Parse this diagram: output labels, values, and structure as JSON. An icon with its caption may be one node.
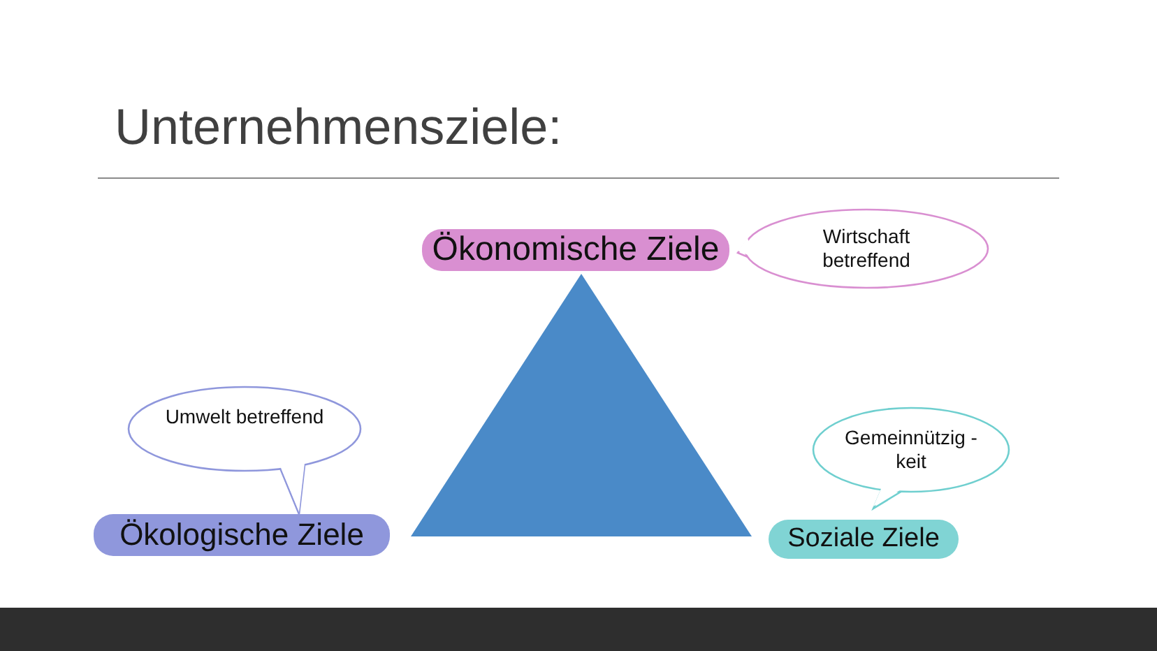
{
  "diagram": {
    "title": "Unternehmensziele:",
    "nodes": [
      {
        "text": [
          "Ökonomische Ziele"
        ]
      },
      {
        "text": [
          "Wirtschaft betreffend"
        ]
      },
      {
        "text": [],
        "shape": "triangle"
      },
      {
        "text": [
          "Umwelt betreffend"
        ]
      },
      {
        "text": [
          "Gemeinnützig -keit"
        ]
      },
      {
        "text": [
          "Ökologische Ziele"
        ]
      },
      {
        "text": [
          "Soziale Ziele"
        ]
      }
    ]
  }
}
